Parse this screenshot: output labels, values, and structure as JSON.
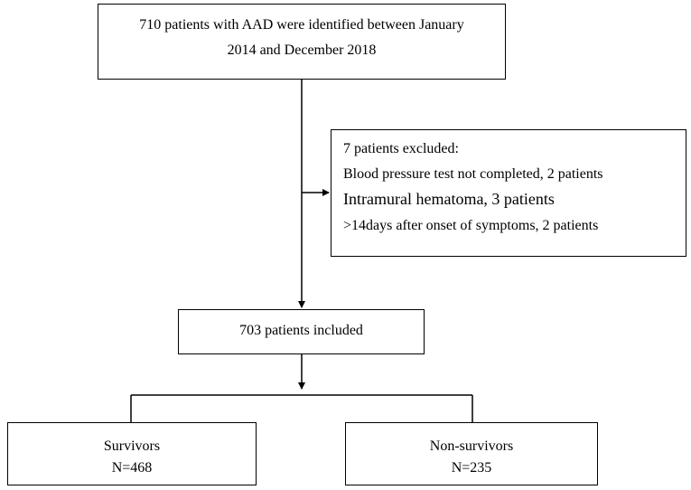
{
  "top_box": {
    "line1": "710 patients with AAD were identified between January",
    "line2": "2014 and December 2018"
  },
  "excluded_box": {
    "title": "7 patients excluded:",
    "items": [
      "Blood pressure test not completed, 2 patients",
      "Intramural hematoma, 3 patients",
      ">14days after onset of symptoms, 2 patients"
    ]
  },
  "included_box": {
    "label": "703 patients included"
  },
  "survivors_box": {
    "label": "Survivors",
    "count": "N=468"
  },
  "nonsurvivors_box": {
    "label": "Non-survivors",
    "count": "N=235"
  }
}
